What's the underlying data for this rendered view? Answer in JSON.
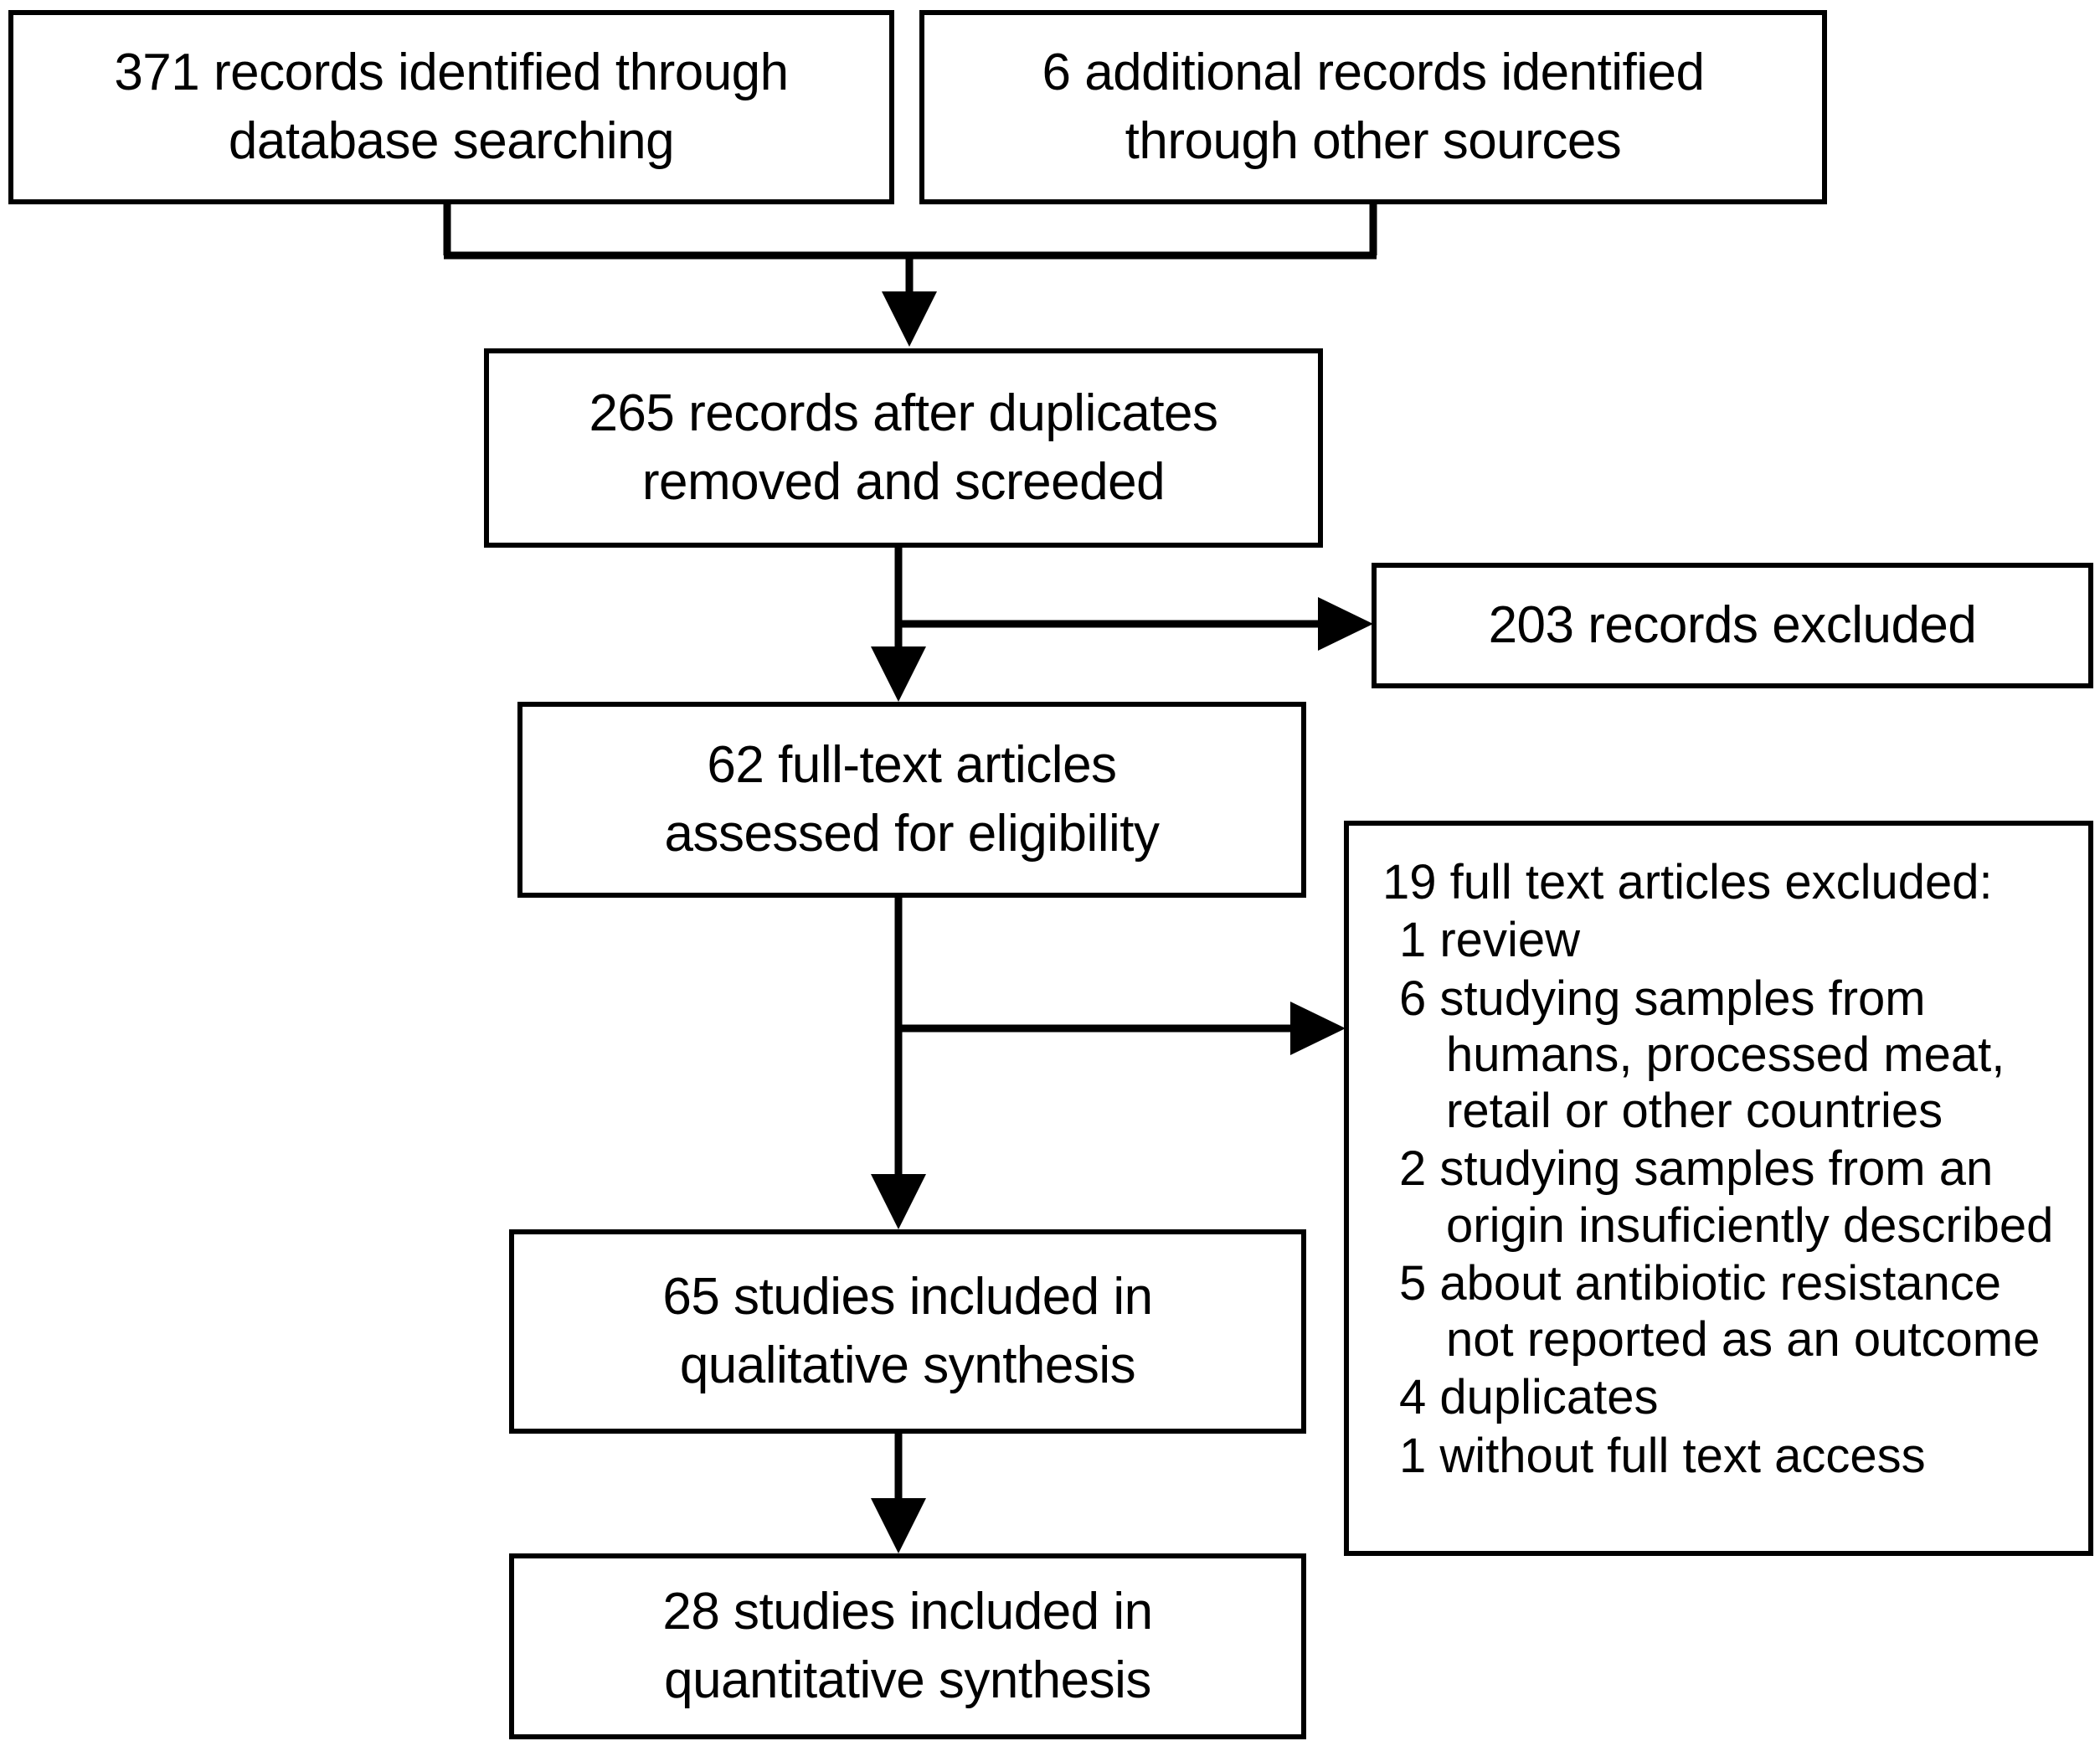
{
  "diagram": {
    "type": "prisma-flow-diagram",
    "title": "",
    "colors": {
      "stroke": "#000000",
      "fill": "#ffffff",
      "text": "#000000"
    }
  },
  "nodes": {
    "identified_database": {
      "name": "records-identified-database-searching",
      "count": 371,
      "text": "371 records identified through\ndatabase searching"
    },
    "identified_other": {
      "name": "additional-records-other-sources",
      "count": 6,
      "text": "6 additional records identified\nthrough other sources"
    },
    "after_duplicates": {
      "name": "records-after-duplicates-removed",
      "count": 265,
      "text": "265 records after duplicates\nremoved and screeded"
    },
    "records_excluded": {
      "name": "records-excluded",
      "count": 203,
      "text": "203 records excluded"
    },
    "fulltext_assessed": {
      "name": "full-text-articles-assessed",
      "count": 62,
      "text": "62 full-text articles\nassessed for eligibility"
    },
    "fulltext_excluded": {
      "name": "full-text-articles-excluded",
      "count": 19,
      "heading": "19 full text articles excluded:",
      "items": [
        {
          "count": 1,
          "line1": "1 review",
          "line2": "",
          "line3": ""
        },
        {
          "count": 6,
          "line1": "6 studying samples from",
          "line2": "humans, processed meat,",
          "line3": "retail or other countries"
        },
        {
          "count": 2,
          "line1": "2 studying samples from an",
          "line2": "origin insuficiently described",
          "line3": ""
        },
        {
          "count": 5,
          "line1": "5 about antibiotic resistance",
          "line2": "not reported as an outcome",
          "line3": ""
        },
        {
          "count": 4,
          "line1": "4 duplicates",
          "line2": "",
          "line3": ""
        },
        {
          "count": 1,
          "line1": "1 without full text access",
          "line2": "",
          "line3": ""
        }
      ]
    },
    "qualitative": {
      "name": "studies-included-qualitative-synthesis",
      "count": 65,
      "text": "65 studies included in\nqualitative synthesis"
    },
    "quantitative": {
      "name": "studies-included-quantitative-synthesis",
      "count": 28,
      "text": "28 studies included in\nquantitative synthesis"
    }
  },
  "edges": [
    {
      "from": "identified_database",
      "to": "after_duplicates",
      "style": "elbow-merge-arrow"
    },
    {
      "from": "identified_other",
      "to": "after_duplicates",
      "style": "elbow-merge-arrow"
    },
    {
      "from": "after_duplicates",
      "to": "fulltext_assessed",
      "style": "straight-arrow-down"
    },
    {
      "from": "after_duplicates",
      "to": "records_excluded",
      "style": "branch-arrow-right"
    },
    {
      "from": "fulltext_assessed",
      "to": "qualitative",
      "style": "straight-arrow-down"
    },
    {
      "from": "fulltext_assessed",
      "to": "fulltext_excluded",
      "style": "branch-arrow-right"
    },
    {
      "from": "qualitative",
      "to": "quantitative",
      "style": "straight-arrow-down"
    }
  ]
}
